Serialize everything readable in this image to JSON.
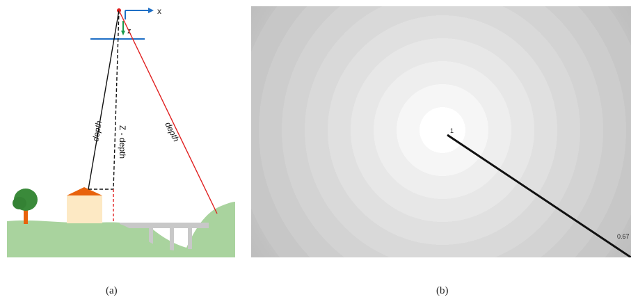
{
  "panel_a": {
    "labels": {
      "x_axis": "x",
      "z_axis": "z",
      "depth_left": "depth",
      "z_depth": "Z - depth",
      "depth_right": "depth"
    },
    "caption": "(a)"
  },
  "panel_b": {
    "labels": {
      "center_value": "1",
      "edge_value": "0.67"
    },
    "caption": "(b)"
  },
  "colors": {
    "axis_blue": "#1f6fc6",
    "z_arrow_green": "#1a9a4c",
    "red_ray": "#e02020",
    "ground_green": "#a9d39e",
    "house_wall": "#fde9c4",
    "house_roof": "#e8620c",
    "tree_foliage": "#3a8a3a",
    "tree_trunk": "#e8620c",
    "bridge_gray": "#c8c8c8"
  }
}
